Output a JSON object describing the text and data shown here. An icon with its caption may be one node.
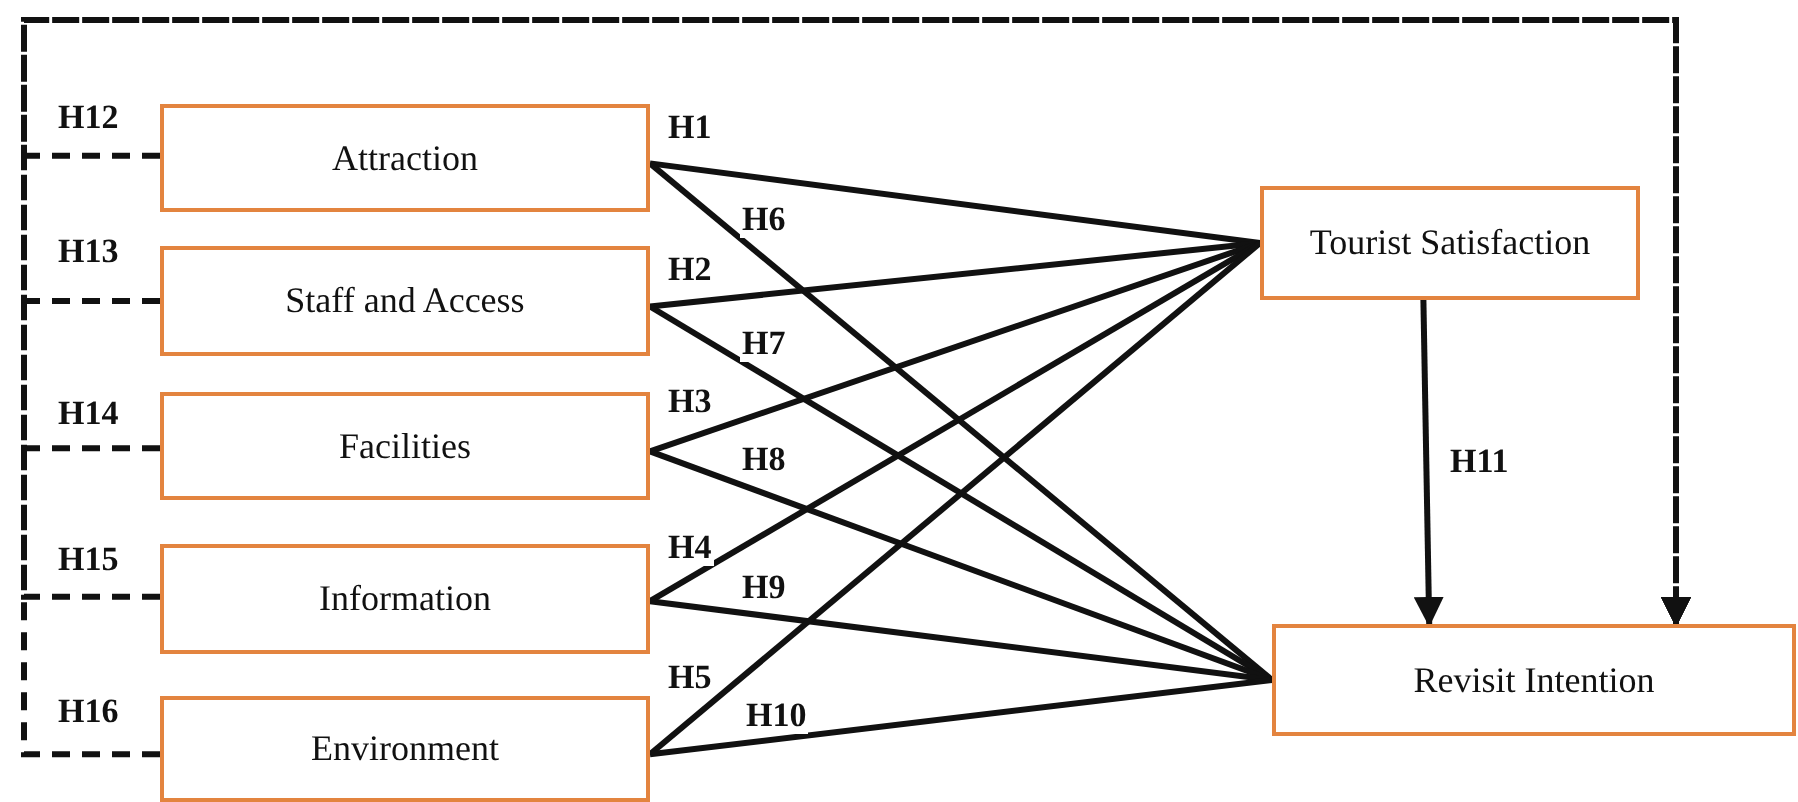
{
  "diagram": {
    "nodes": [
      {
        "text": [
          "Attraction"
        ]
      },
      {
        "text": [
          "Staff and Access"
        ]
      },
      {
        "text": [
          "Facilities"
        ]
      },
      {
        "text": [
          "Information"
        ]
      },
      {
        "text": [
          "Environment"
        ]
      },
      {
        "text": [
          "Tourist Satisfaction"
        ]
      },
      {
        "text": [
          "Revisit Intention"
        ]
      }
    ],
    "edges": [
      {
        "from": 0,
        "to": 5,
        "arrow": "none",
        "label": "H1"
      },
      {
        "from": 0,
        "to": 6,
        "arrow": "none",
        "label": "H6"
      },
      {
        "from": 1,
        "to": 5,
        "arrow": "none",
        "label": "H2"
      },
      {
        "from": 1,
        "to": 6,
        "arrow": "none",
        "label": "H7"
      },
      {
        "from": 2,
        "to": 5,
        "arrow": "none",
        "label": "H3"
      },
      {
        "from": 2,
        "to": 6,
        "arrow": "none",
        "label": "H8"
      },
      {
        "from": 3,
        "to": 5,
        "arrow": "none",
        "label": "H4"
      },
      {
        "from": 3,
        "to": 6,
        "arrow": "none",
        "label": "H9"
      },
      {
        "from": 4,
        "to": 5,
        "arrow": "none",
        "label": "H5"
      },
      {
        "from": 4,
        "to": 6,
        "arrow": "none",
        "label": "H10"
      },
      {
        "from": 5,
        "to": 6,
        "arrow": "to",
        "label": "H11"
      },
      {
        "from": 0,
        "to": 6,
        "arrow": "to",
        "label": "H12",
        "style": "dashed"
      },
      {
        "from": 1,
        "to": 6,
        "arrow": "to",
        "label": "H13",
        "style": "dashed"
      },
      {
        "from": 2,
        "to": 6,
        "arrow": "to",
        "label": "H14",
        "style": "dashed"
      },
      {
        "from": 3,
        "to": 6,
        "arrow": "to",
        "label": "H15",
        "style": "dashed"
      },
      {
        "from": 4,
        "to": 6,
        "arrow": "to",
        "label": "H16",
        "style": "dashed"
      }
    ]
  }
}
